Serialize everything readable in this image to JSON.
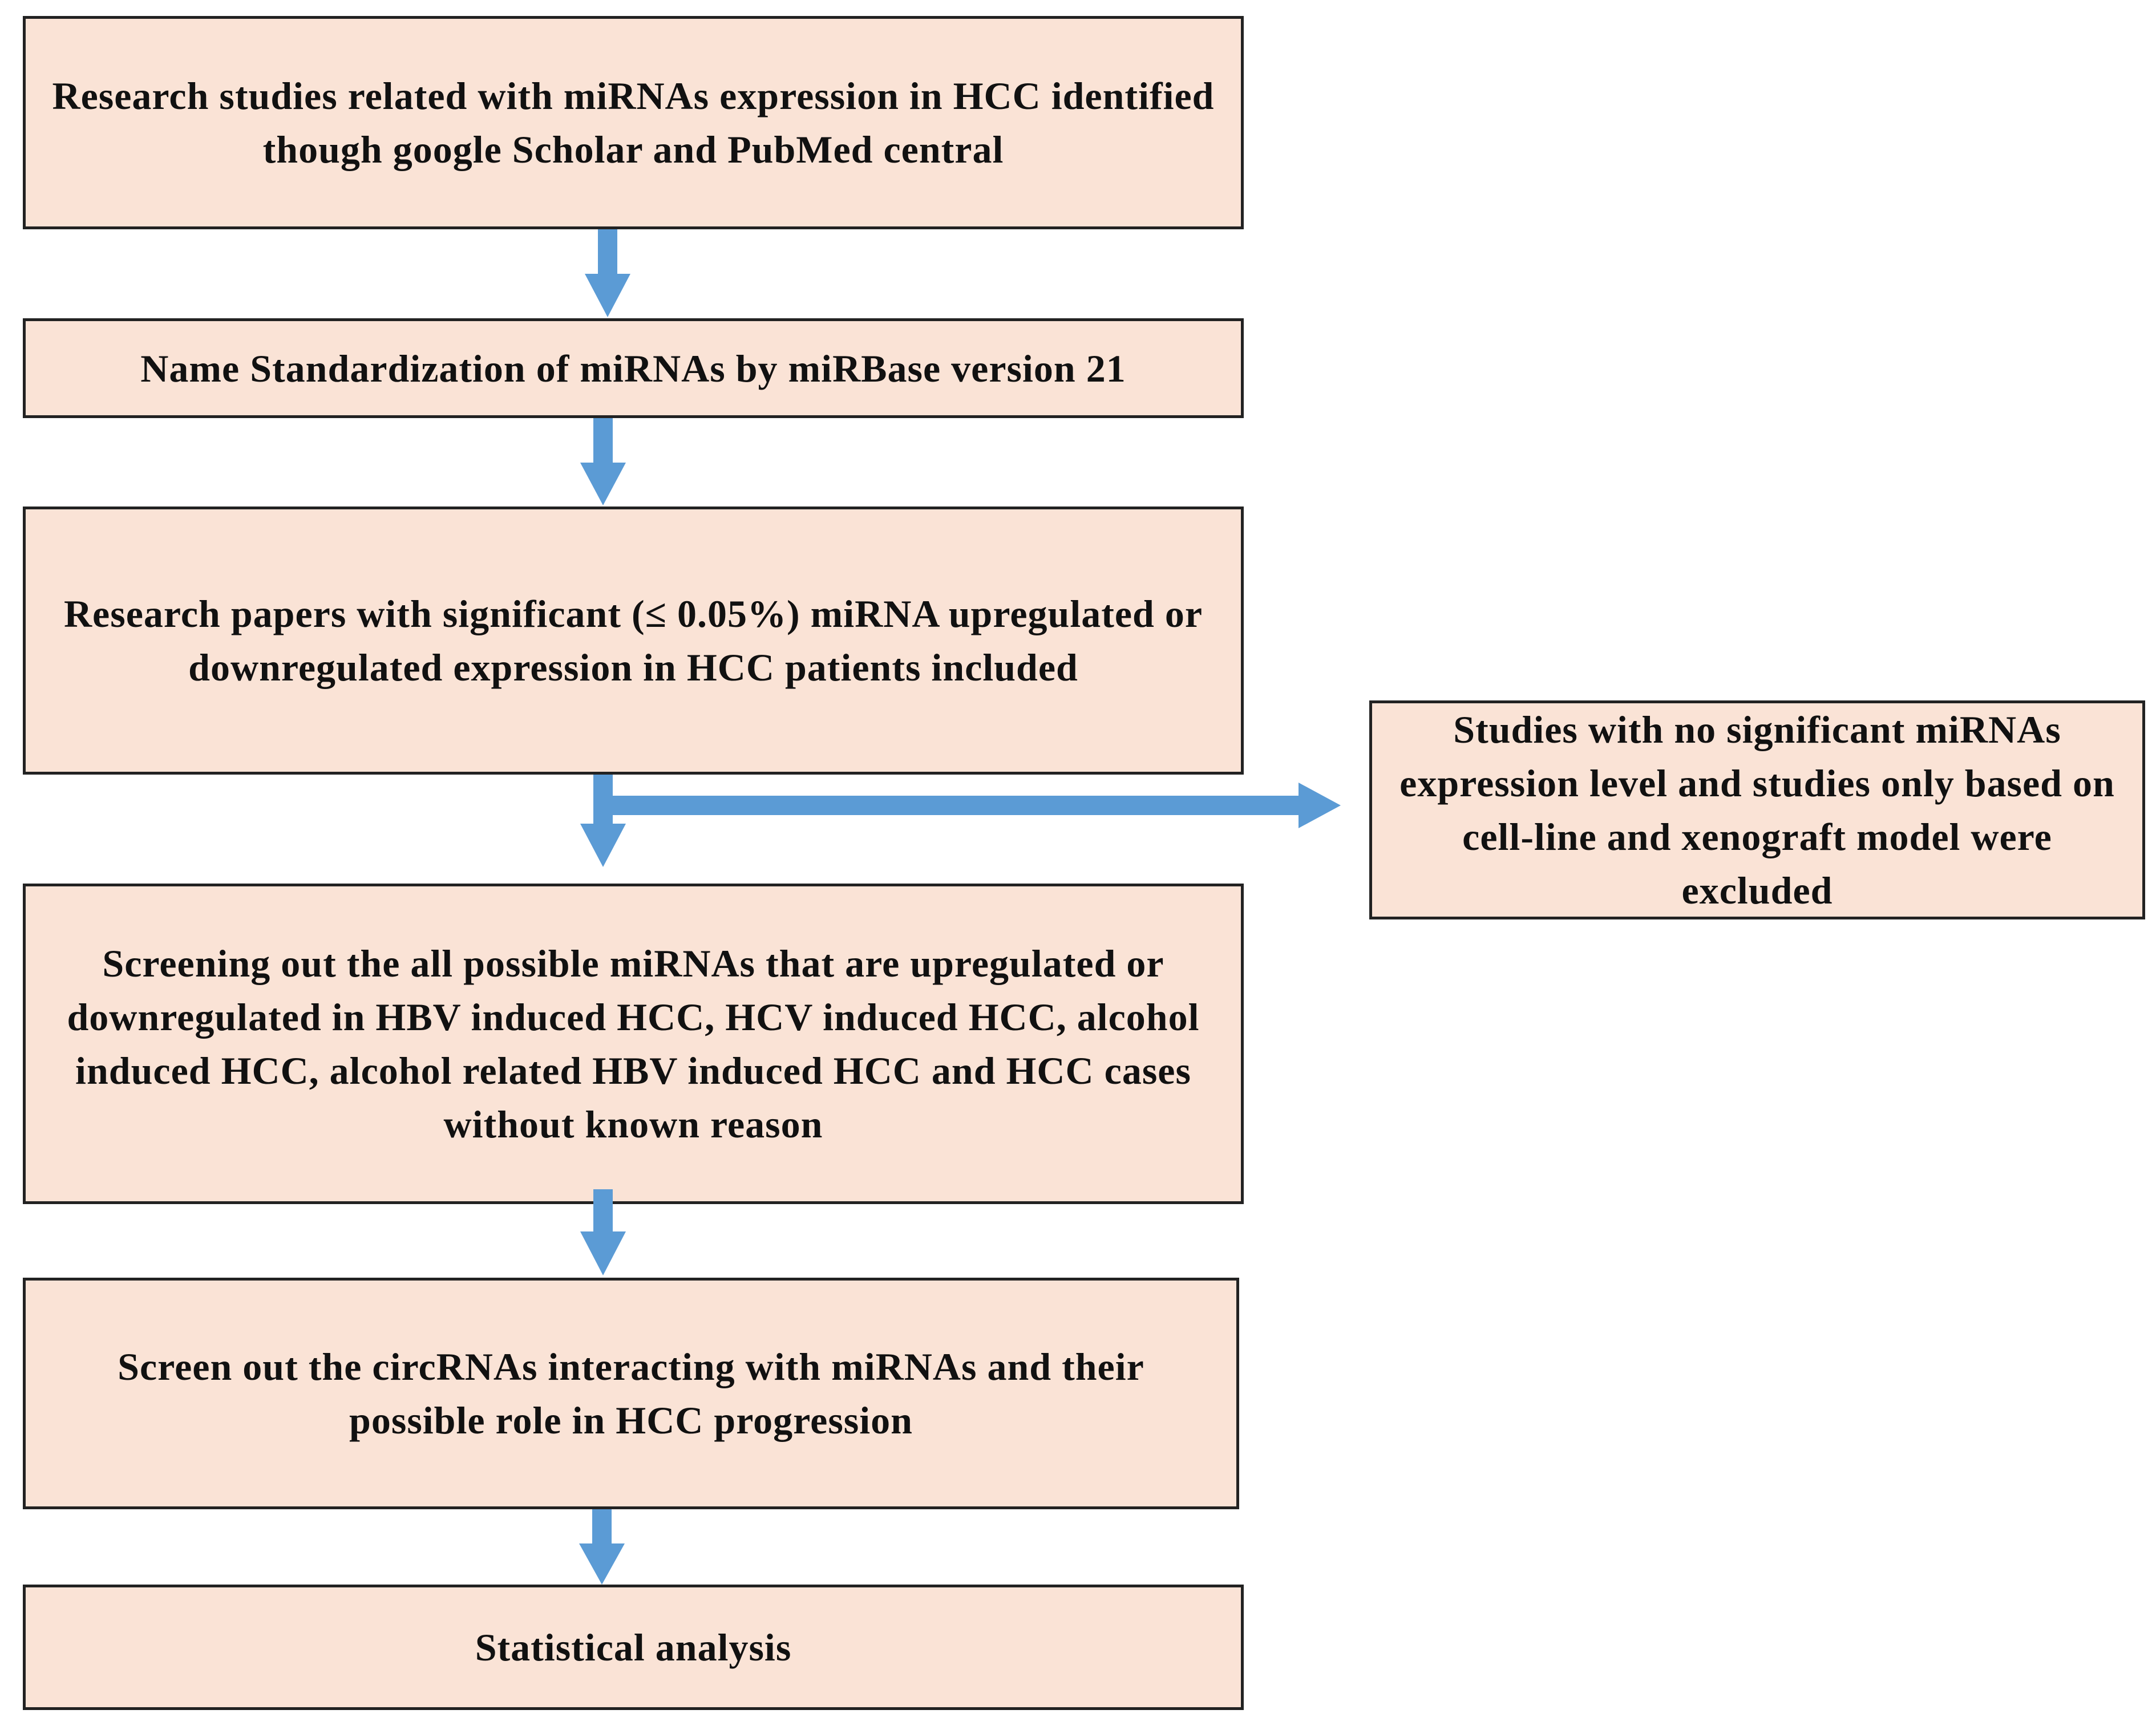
{
  "diagram": {
    "steps": [
      {
        "id": "identify",
        "text": "Research studies related with  miRNAs expression in HCC identified though google Scholar and  PubMed central"
      },
      {
        "id": "standardize",
        "text": "Name Standardization of miRNAs by miRBase version 21"
      },
      {
        "id": "include",
        "text": "Research papers with significant (≤ 0.05%) miRNA upregulated or downregulated expression in HCC patients included"
      },
      {
        "id": "screen-mirna",
        "text": "Screening out the all possible miRNAs that are upregulated or downregulated in HBV induced HCC, HCV induced HCC, alcohol induced HCC, alcohol related HBV induced HCC and HCC cases without known reason"
      },
      {
        "id": "screen-circrna",
        "text": "Screen out the circRNAs interacting with miRNAs and their possible role in HCC progression"
      },
      {
        "id": "stats",
        "text": "Statistical analysis"
      }
    ],
    "exclusion": {
      "text": "Studies with no significant miRNAs expression level and studies only based on cell-line and xenograft model were excluded"
    },
    "colors": {
      "box_fill": "#fae3d6",
      "box_border": "#222222",
      "arrow": "#5b9bd5",
      "text": "#111111"
    }
  }
}
